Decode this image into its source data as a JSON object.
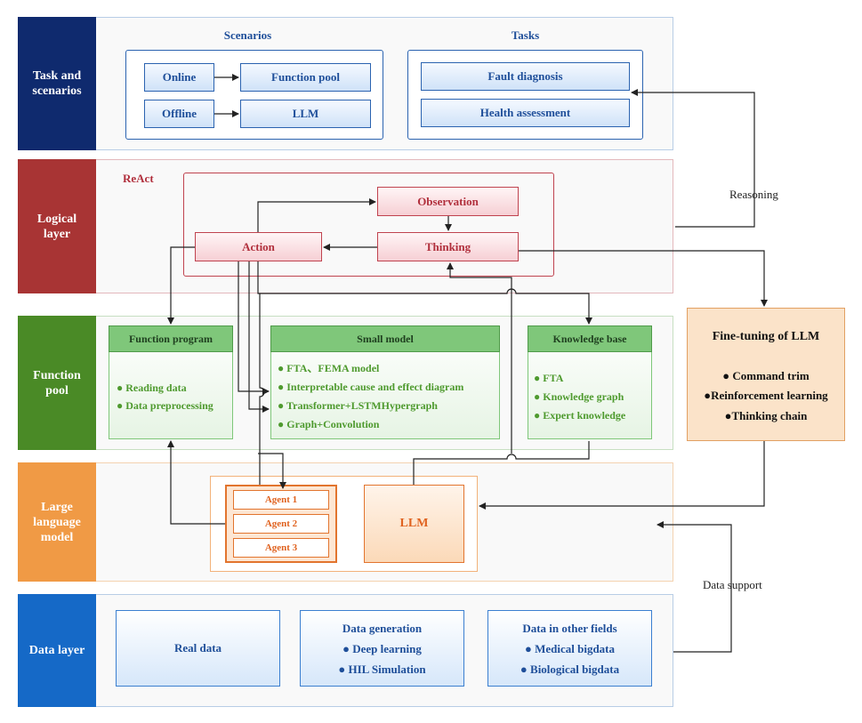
{
  "layers": {
    "task": "Task and scenarios",
    "logical": "Logical layer",
    "function": "Function pool",
    "llm": "Large language model",
    "data": "Data layer"
  },
  "task_layer": {
    "scenarios_title": "Scenarios",
    "tasks_title": "Tasks",
    "online": "Online",
    "offline": "Offline",
    "function_pool": "Function pool",
    "llm": "LLM",
    "fault_diagnosis": "Fault diagnosis",
    "health_assessment": "Health assessment"
  },
  "logical_layer": {
    "react": "ReAct",
    "observation": "Observation",
    "action": "Action",
    "thinking": "Thinking"
  },
  "function_layer": {
    "program": {
      "title": "Function program",
      "items": [
        "● Reading data",
        "● Data preprocessing"
      ]
    },
    "small_model": {
      "title": "Small model",
      "items": [
        "● FTA、FEMA model",
        "● Interpretable cause and effect diagram",
        "● Transformer+LSTMHypergraph",
        "● Graph+Convolution"
      ]
    },
    "knowledge": {
      "title": "Knowledge base",
      "items": [
        "● FTA",
        "● Knowledge graph",
        "● Expert knowledge"
      ]
    }
  },
  "llm_layer": {
    "agents": [
      "Agent 1",
      "Agent 2",
      "Agent 3"
    ],
    "llm": "LLM"
  },
  "finetune": {
    "title": "Fine-tuning of LLM",
    "items": [
      "● Command trim",
      "●Reinforcement learning",
      "●Thinking chain"
    ]
  },
  "data_layer": {
    "real": "Real data",
    "generation": {
      "title": "Data generation",
      "items": [
        "● Deep learning",
        "● HIL Simulation"
      ]
    },
    "other": {
      "title": "Data in other fields",
      "items": [
        "● Medical bigdata",
        "● Biological bigdata"
      ]
    }
  },
  "side_labels": {
    "reasoning": "Reasoning",
    "data_support": "Data support"
  },
  "colors": {
    "task": "#0f2a6e",
    "logical": "#a83434",
    "function": "#4a8a26",
    "llm": "#f09a45",
    "data": "#1569c7"
  }
}
